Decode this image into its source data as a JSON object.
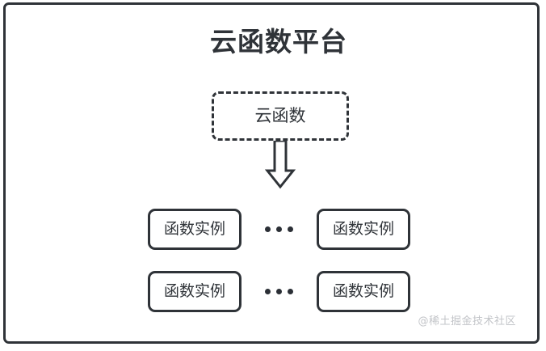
{
  "diagram": {
    "title": "云函数平台",
    "source_node": {
      "label": "云函数",
      "style": "dashed"
    },
    "flow_arrow": {
      "icon": "down-block-arrow",
      "direction": "down"
    },
    "instance_rows": [
      {
        "left_instance": "函数实例",
        "ellipsis": "•••",
        "right_instance": "函数实例"
      },
      {
        "left_instance": "函数实例",
        "ellipsis": "•••",
        "right_instance": "函数实例"
      }
    ],
    "watermark": "@稀土掘金技术社区",
    "colors": {
      "stroke": "#2f3338",
      "background": "#ffffff",
      "watermark": "#c2c4c8"
    }
  }
}
